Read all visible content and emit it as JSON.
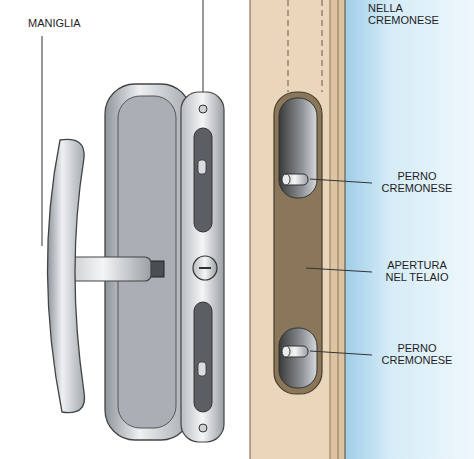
{
  "diagram": {
    "labels": [
      "MANIGLIA",
      "NELLA CREMONESE",
      "PERNO CREMONESE",
      "APERTURA NEL TELAIO",
      "PERNO CREMONESE"
    ]
  }
}
